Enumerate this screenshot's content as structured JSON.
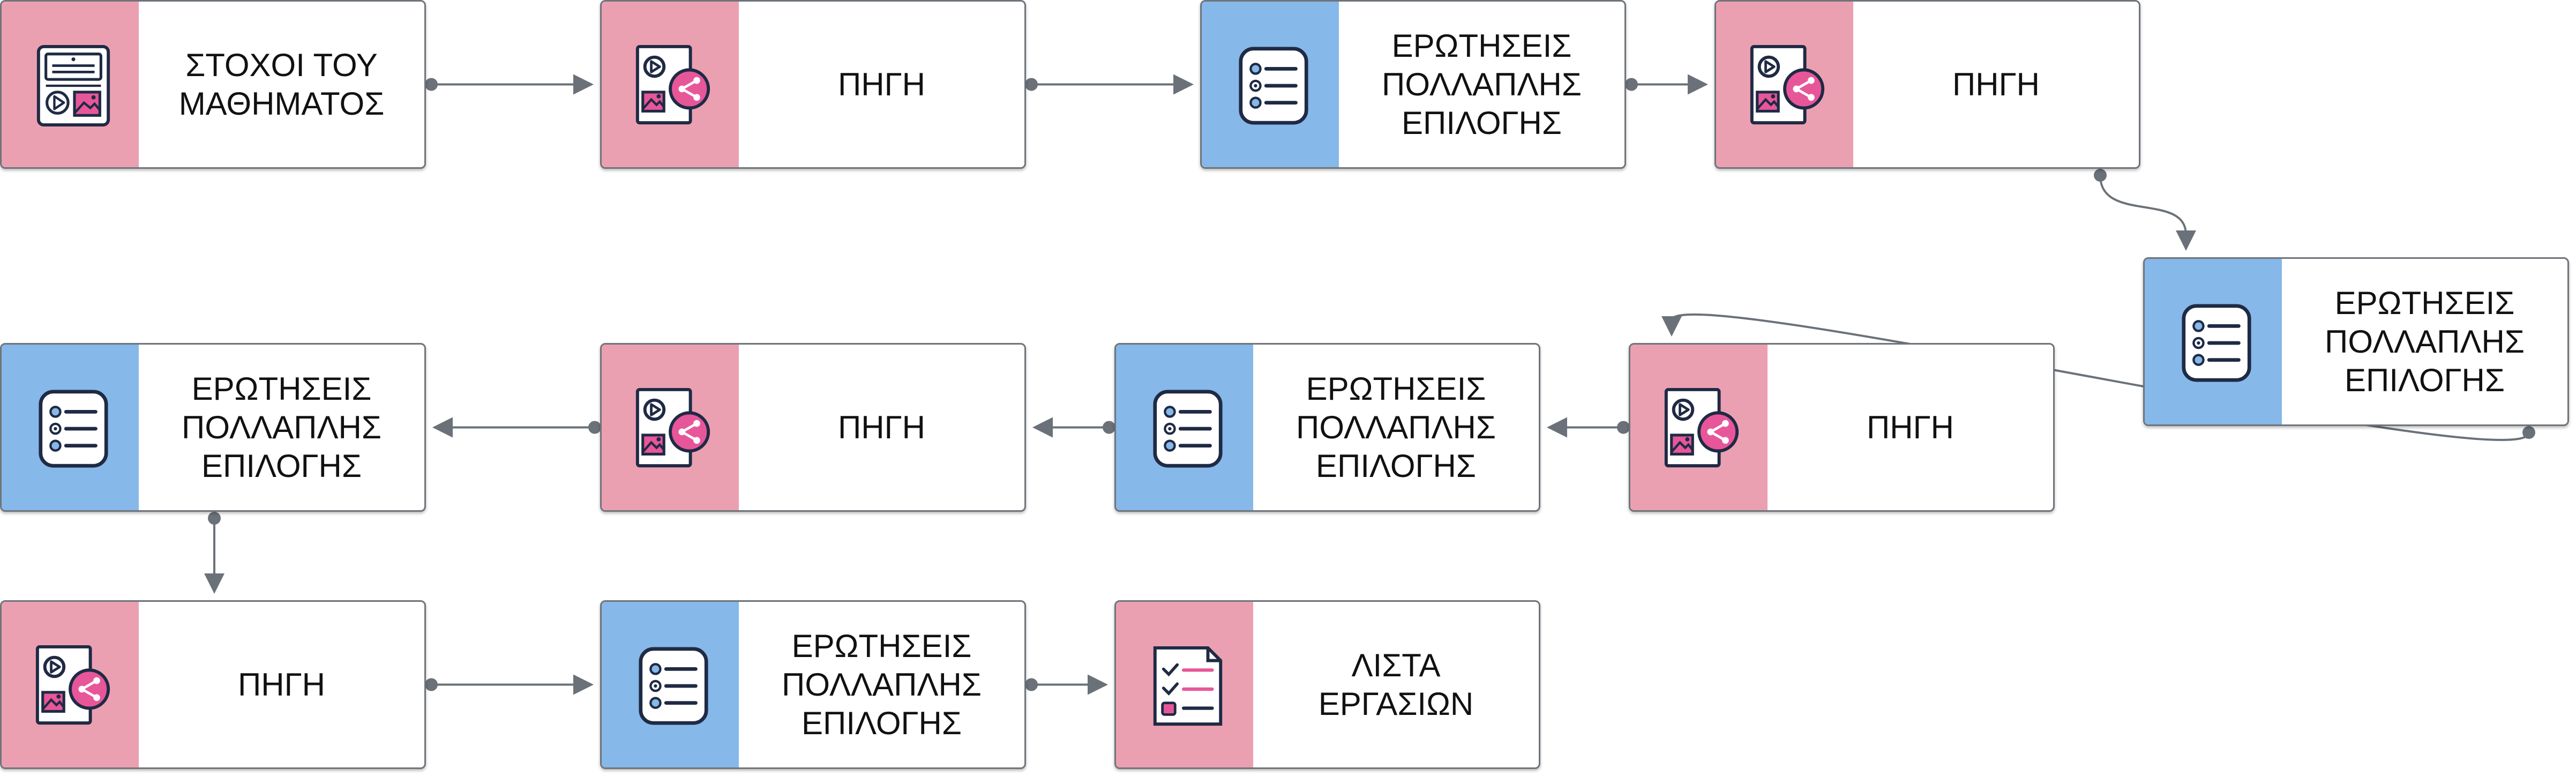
{
  "colors": {
    "source_accent": "#eba0b2",
    "question_accent": "#86b8e9",
    "connector": "#6b7178",
    "icon_outline": "#1f2a44",
    "icon_pink": "#e8569a"
  },
  "nodes": [
    {
      "id": "n1",
      "label": "ΣΤΟΧΟΙ ΤΟΥ\nΜΑΘΗΜΑΤΟΣ",
      "kind": "objectives",
      "icon": "objectives-icon"
    },
    {
      "id": "n2",
      "label": "ΠΗΓΗ",
      "kind": "source",
      "icon": "media-share-icon"
    },
    {
      "id": "n3",
      "label": "ΕΡΩΤΗΣΕΙΣ\nΠΟΛΛΑΠΛΗΣ\nΕΠΙΛΟΓΗΣ",
      "kind": "question",
      "icon": "multiple-choice-icon"
    },
    {
      "id": "n4",
      "label": "ΠΗΓΗ",
      "kind": "source",
      "icon": "media-share-icon"
    },
    {
      "id": "n5",
      "label": "ΕΡΩΤΗΣΕΙΣ\nΠΟΛΛΑΠΛΗΣ\nΕΠΙΛΟΓΗΣ",
      "kind": "question",
      "icon": "multiple-choice-icon"
    },
    {
      "id": "n6",
      "label": "ΠΗΓΗ",
      "kind": "source",
      "icon": "media-share-icon"
    },
    {
      "id": "n7",
      "label": "ΕΡΩΤΗΣΕΙΣ\nΠΟΛΛΑΠΛΗΣ\nΕΠΙΛΟΓΗΣ",
      "kind": "question",
      "icon": "multiple-choice-icon"
    },
    {
      "id": "n8",
      "label": "ΠΗΓΗ",
      "kind": "source",
      "icon": "media-share-icon"
    },
    {
      "id": "n9",
      "label": "ΕΡΩΤΗΣΕΙΣ\nΠΟΛΛΑΠΛΗΣ\nΕΠΙΛΟΓΗΣ",
      "kind": "question",
      "icon": "multiple-choice-icon"
    },
    {
      "id": "n10",
      "label": "ΠΗΓΗ",
      "kind": "source",
      "icon": "media-share-icon"
    },
    {
      "id": "n11",
      "label": "ΕΡΩΤΗΣΕΙΣ\nΠΟΛΛΑΠΛΗΣ\nΕΠΙΛΟΓΗΣ",
      "kind": "question",
      "icon": "multiple-choice-icon"
    },
    {
      "id": "n12",
      "label": "ΛΙΣΤΑ\nΕΡΓΑΣΙΩΝ",
      "kind": "tasks",
      "icon": "task-list-icon"
    }
  ],
  "edges": [
    {
      "from": "n1",
      "to": "n2"
    },
    {
      "from": "n2",
      "to": "n3"
    },
    {
      "from": "n3",
      "to": "n4"
    },
    {
      "from": "n4",
      "to": "n5"
    },
    {
      "from": "n5",
      "to": "n6"
    },
    {
      "from": "n6",
      "to": "n7"
    },
    {
      "from": "n7",
      "to": "n8"
    },
    {
      "from": "n8",
      "to": "n9"
    },
    {
      "from": "n9",
      "to": "n10"
    },
    {
      "from": "n10",
      "to": "n11"
    },
    {
      "from": "n11",
      "to": "n12"
    }
  ]
}
